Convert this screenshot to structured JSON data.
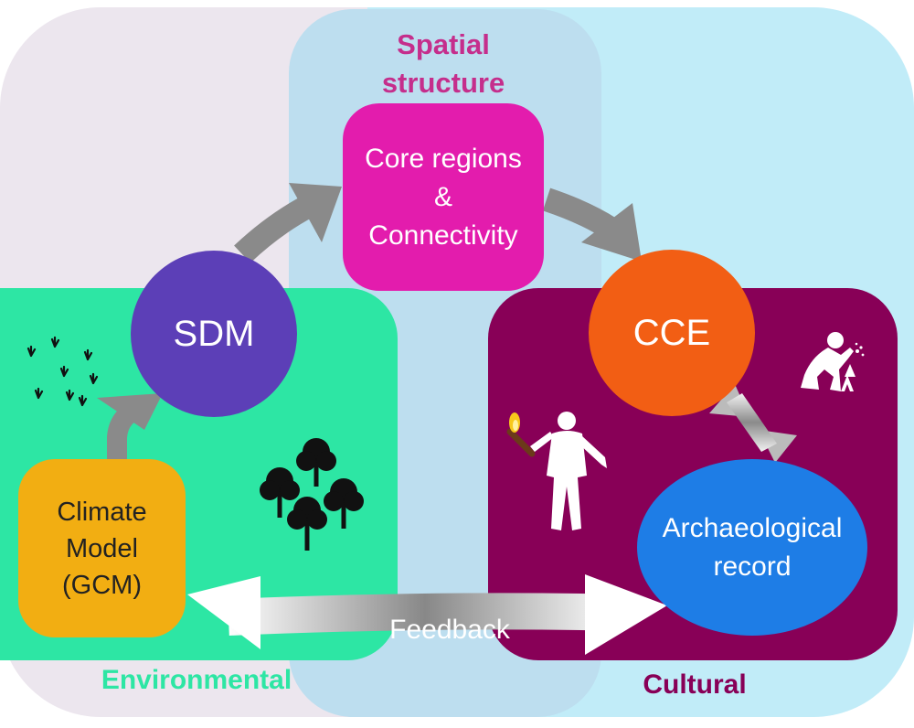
{
  "regions": {
    "spatial_title": "Spatial\nstructure",
    "environmental_title": "Environmental",
    "cultural_title": "Cultural"
  },
  "nodes": {
    "core": "Core regions\n&\nConnectivity",
    "sdm": "SDM",
    "cce": "CCE",
    "climate": "Climate\nModel\n(GCM)",
    "archaeological": "Archaeological\nrecord"
  },
  "feedback_label": "Feedback",
  "icons": [
    "grass-icon",
    "trees-icon",
    "torch-bearer-icon",
    "crouching-archaeologist-icon"
  ],
  "colors": {
    "environmental": "#2de6a4",
    "cultural": "#880057",
    "spatial": "#c52e8c",
    "core": "#e31cad",
    "sdm": "#5c3fb7",
    "cce": "#f25e14",
    "climate": "#f2ae12",
    "archaeological": "#1e7de6"
  }
}
